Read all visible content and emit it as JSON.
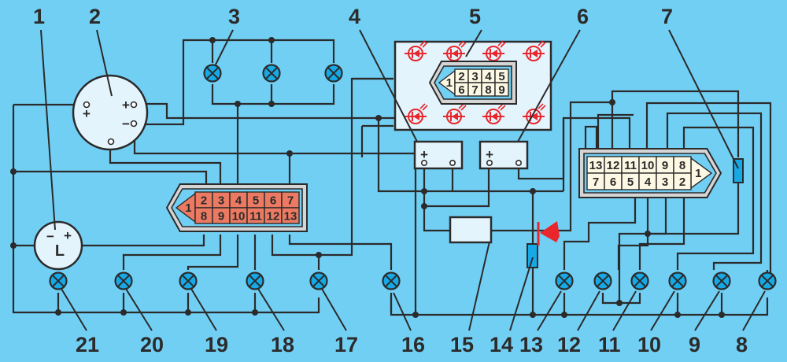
{
  "title": "Instrument cluster wiring diagram",
  "colors": {
    "background": "#72cff4",
    "wire": "#2b2b2b",
    "lamp": "#16a9e6",
    "led": "#e8262b",
    "block_fill": "#e4f4fd",
    "connector_red": "#ec7a62",
    "connector_cream": "#fdf8e4"
  },
  "callouts": [
    {
      "id": "1",
      "label": "1"
    },
    {
      "id": "2",
      "label": "2"
    },
    {
      "id": "3",
      "label": "3"
    },
    {
      "id": "4",
      "label": "4"
    },
    {
      "id": "5",
      "label": "5"
    },
    {
      "id": "6",
      "label": "6"
    },
    {
      "id": "7",
      "label": "7"
    },
    {
      "id": "8",
      "label": "8"
    },
    {
      "id": "9",
      "label": "9"
    },
    {
      "id": "10",
      "label": "10"
    },
    {
      "id": "11",
      "label": "11"
    },
    {
      "id": "12",
      "label": "12"
    },
    {
      "id": "13",
      "label": "13"
    },
    {
      "id": "14",
      "label": "14"
    },
    {
      "id": "15",
      "label": "15"
    },
    {
      "id": "16",
      "label": "16"
    },
    {
      "id": "17",
      "label": "17"
    },
    {
      "id": "18",
      "label": "18"
    },
    {
      "id": "19",
      "label": "19"
    },
    {
      "id": "20",
      "label": "20"
    },
    {
      "id": "21",
      "label": "21"
    }
  ],
  "gauge": {
    "plus_left": "+",
    "plus_right": "+",
    "minus": "−"
  },
  "indicator_l": {
    "minus": "−",
    "plus": "+",
    "letter": "L"
  },
  "gauges_small": [
    {
      "plus": "+"
    },
    {
      "plus": "+"
    }
  ],
  "connector_left": {
    "pins_top": [
      "2",
      "3",
      "4",
      "5",
      "6",
      "7"
    ],
    "pins_bottom": [
      "8",
      "9",
      "10",
      "11",
      "12",
      "13"
    ],
    "pin_first": "1"
  },
  "connector_mid": {
    "pins_top": [
      "2",
      "3",
      "4",
      "5"
    ],
    "pins_bottom": [
      "6",
      "7",
      "8",
      "9"
    ],
    "pin_first": "1"
  },
  "connector_right": {
    "pins_top": [
      "13",
      "12",
      "11",
      "10",
      "9",
      "8"
    ],
    "pins_bottom": [
      "7",
      "6",
      "5",
      "4",
      "3",
      "2"
    ],
    "pin_first": "1"
  }
}
